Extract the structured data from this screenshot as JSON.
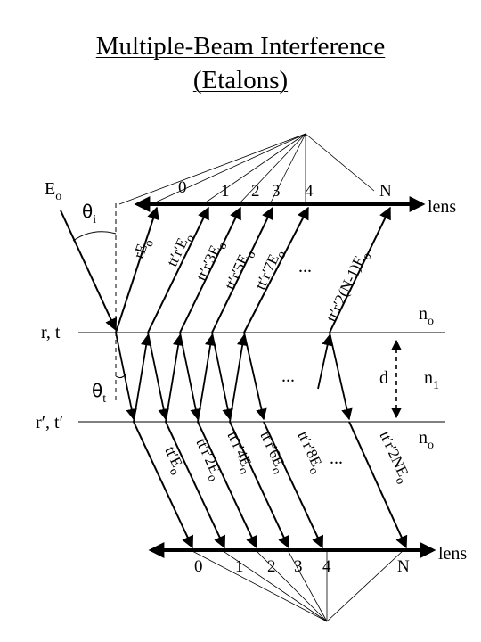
{
  "title": {
    "line1": "Multiple-Beam Interference",
    "line2": "(Etalons)"
  },
  "incident": {
    "label": "E",
    "sub": "o"
  },
  "angles": {
    "incidence": {
      "symbol": "θ",
      "sub": "i"
    },
    "transmission": {
      "symbol": "θ",
      "sub": "t"
    }
  },
  "interfaces": {
    "top": "r, t",
    "bottom": "r′, t′"
  },
  "media": {
    "outer_top": {
      "symbol": "n",
      "sub": "o"
    },
    "inner": {
      "symbol": "n",
      "sub": "1"
    },
    "outer_bottom": {
      "symbol": "n",
      "sub": "o"
    },
    "thickness": "d"
  },
  "lenses": {
    "top_label": "lens",
    "bottom_label": "lens"
  },
  "top_indices": [
    "0",
    "1",
    "2",
    "3",
    "4",
    "N"
  ],
  "bottom_indices": [
    "0",
    "1",
    "2",
    "3",
    "4",
    "N"
  ],
  "reflected_beams": [
    "rE",
    "tt′r′E",
    "tt′r′3E",
    "tt′r′5E",
    "tt′r′7E",
    "tt′r′2(N-1)E"
  ],
  "reflected_subs": [
    "o",
    "o",
    "o",
    "o",
    "o",
    "o"
  ],
  "transmitted_beams": [
    "tt′E",
    "tt′r′2E",
    "tt′r′4E",
    "tt′r′6E",
    "tt′r′8E",
    "tt′r′2NE"
  ],
  "transmitted_subs": [
    "o",
    "o",
    "o",
    "o",
    "o",
    "o"
  ],
  "ellipses": {
    "top": "...",
    "middle": "...",
    "bottom": "..."
  },
  "colors": {
    "ink": "#000000",
    "background": "#ffffff"
  }
}
